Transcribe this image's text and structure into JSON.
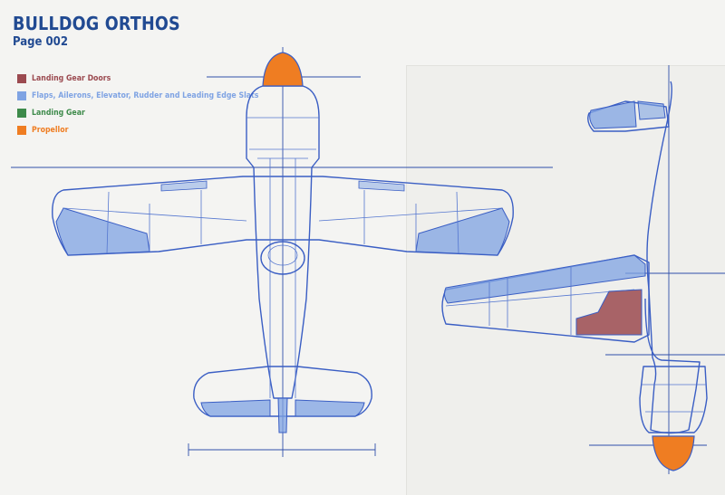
{
  "header": {
    "title": "BULLDOG ORTHOS",
    "page": "Page 002"
  },
  "legend": [
    {
      "label": "Landing Gear Doors",
      "color": "#9b4a50"
    },
    {
      "label": "Flaps, Ailerons, Elevator, Rudder and Leading Edge Slats",
      "color": "#7fa3e3"
    },
    {
      "label": "Landing Gear",
      "color": "#3d8a4a"
    },
    {
      "label": "Propellor",
      "color": "#ef7d22"
    }
  ],
  "colors": {
    "ink": "#3a5ec4",
    "control_surface": "#7fa3e3",
    "gear_door": "#9b4a50",
    "propellor": "#ef7d22",
    "title": "#214a92"
  }
}
